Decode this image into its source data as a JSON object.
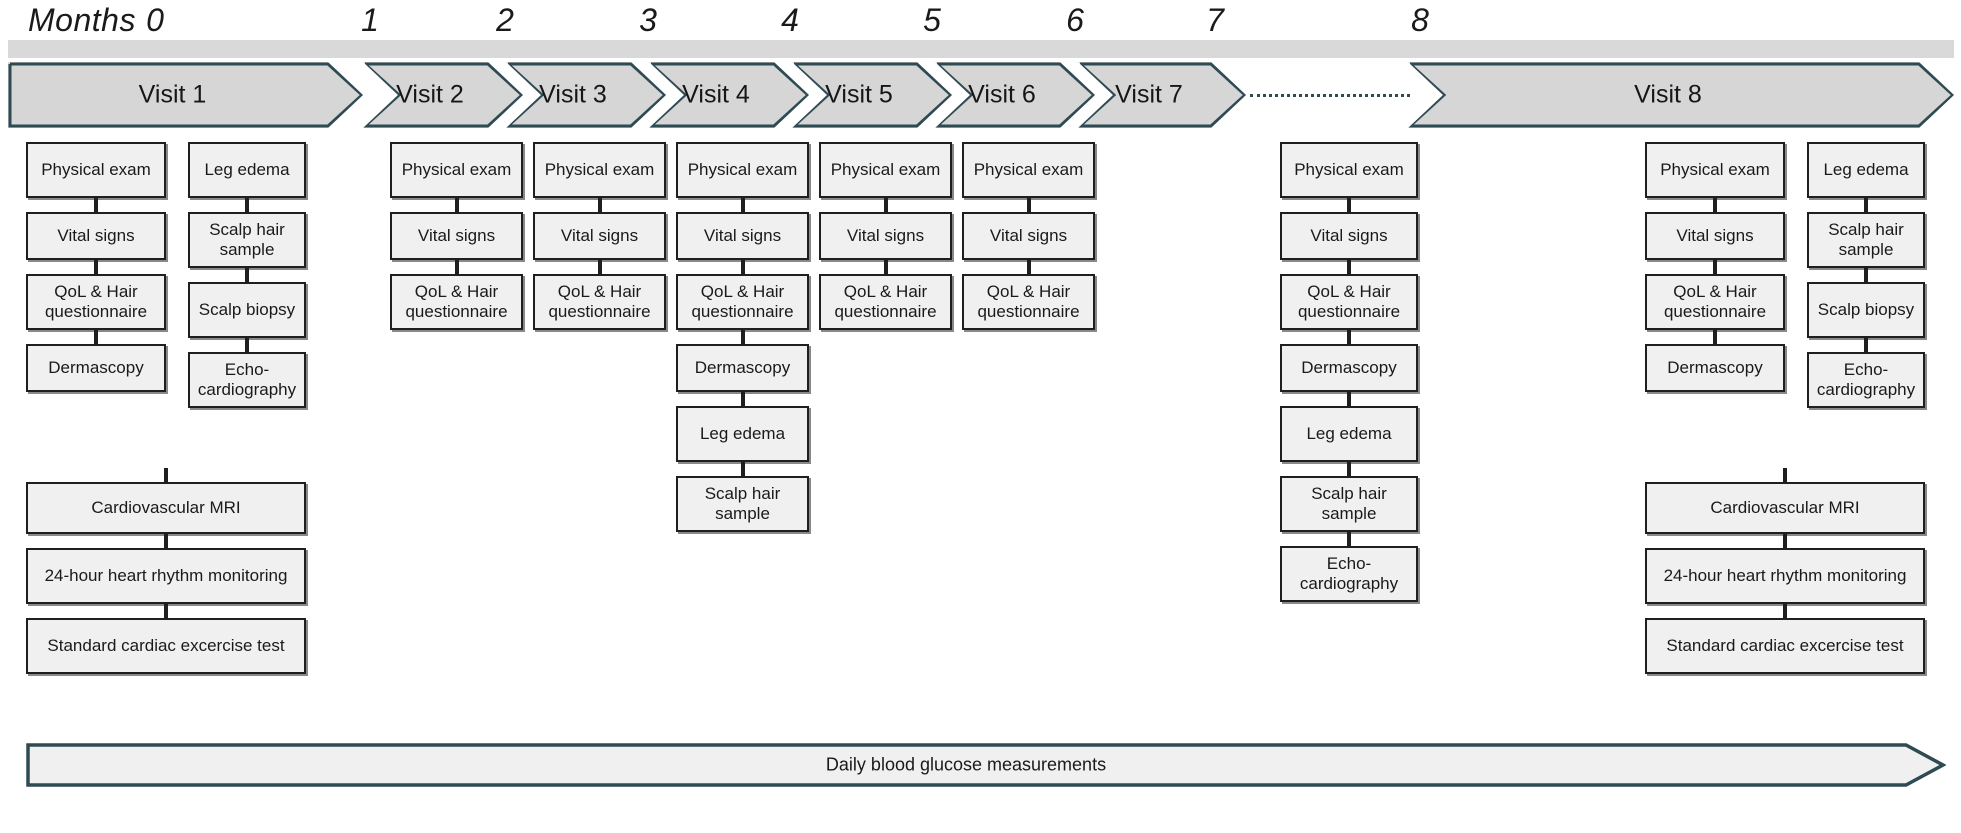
{
  "axis": {
    "label": "Months",
    "ticks": [
      "0",
      "1",
      "2",
      "3",
      "4",
      "5",
      "6",
      "7",
      "8"
    ]
  },
  "visits": [
    {
      "label": "Visit 1",
      "left_column": [
        "Physical exam",
        "Vital signs",
        "QoL & Hair questionnaire",
        "Dermascopy"
      ],
      "right_column": [
        "Leg edema",
        "Scalp hair sample",
        "Scalp biopsy",
        "Echo-cardiography"
      ],
      "wide_items": [
        "Cardiovascular MRI",
        "24-hour heart rhythm monitoring",
        "Standard cardiac excercise test"
      ]
    },
    {
      "label": "Visit 2",
      "items": [
        "Physical exam",
        "Vital signs",
        "QoL & Hair questionnaire"
      ]
    },
    {
      "label": "Visit 3",
      "items": [
        "Physical exam",
        "Vital signs",
        "QoL & Hair questionnaire"
      ]
    },
    {
      "label": "Visit 4",
      "items": [
        "Physical exam",
        "Vital signs",
        "QoL & Hair questionnaire",
        "Dermascopy",
        "Leg edema",
        "Scalp hair sample"
      ]
    },
    {
      "label": "Visit 5",
      "items": [
        "Physical exam",
        "Vital signs",
        "QoL & Hair questionnaire"
      ]
    },
    {
      "label": "Visit 6",
      "items": [
        "Physical exam",
        "Vital signs",
        "QoL & Hair questionnaire"
      ]
    },
    {
      "label": "Visit 7",
      "items": [
        "Physical exam",
        "Vital signs",
        "QoL & Hair questionnaire",
        "Dermascopy",
        "Leg edema",
        "Scalp hair sample",
        "Echo-cardiography"
      ]
    },
    {
      "label": "Visit 8",
      "left_column": [
        "Physical exam",
        "Vital signs",
        "QoL & Hair questionnaire",
        "Dermascopy"
      ],
      "right_column": [
        "Leg edema",
        "Scalp hair sample",
        "Scalp biopsy",
        "Echo-cardiography"
      ],
      "wide_items": [
        "Cardiovascular MRI",
        "24-hour heart rhythm monitoring",
        "Standard cardiac excercise test"
      ]
    }
  ],
  "footer": {
    "glucose_label": "Daily blood glucose measurements"
  },
  "colors": {
    "chevron_fill": "#d6d6d6",
    "chevron_stroke": "#2e4a52",
    "band_fill": "#d9d9d9",
    "box_fill": "#f0f0f0",
    "box_stroke": "#1f1f1f",
    "accent": "#2e4a52"
  }
}
